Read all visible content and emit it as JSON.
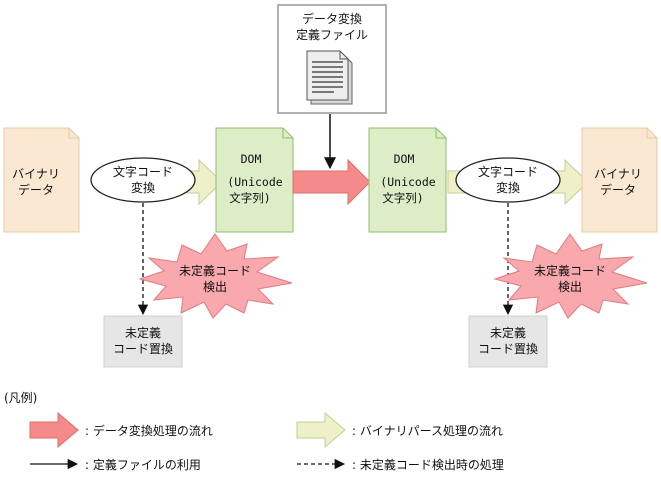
{
  "diagram": {
    "definition_file": {
      "line1": "データ変換",
      "line2": "定義ファイル"
    },
    "binary_left": {
      "line1": "バイナリ",
      "line2": "データ"
    },
    "binary_right": {
      "line1": "バイナリ",
      "line2": "データ"
    },
    "convert_left": {
      "line1": "文字コード",
      "line2": "変換"
    },
    "convert_right": {
      "line1": "文字コード",
      "line2": "変換"
    },
    "dom_left": {
      "line1": "DOM",
      "line2": "(Unicode",
      "line3": "文字列)"
    },
    "dom_right": {
      "line1": "DOM",
      "line2": "(Unicode",
      "line3": "文字列)"
    },
    "undefined_detect_left": {
      "line1": "未定義コード",
      "line2": "検出"
    },
    "undefined_detect_right": {
      "line1": "未定義コード",
      "line2": "検出"
    },
    "replace_left": {
      "line1": "未定義",
      "line2": "コード置換"
    },
    "replace_right": {
      "line1": "未定義",
      "line2": "コード置換"
    }
  },
  "legend": {
    "title": "(凡例)",
    "data_flow": ": データ変換処理の流れ",
    "binary_flow": ": バイナリパース処理の流れ",
    "definition_use": ": 定義ファイルの利用",
    "undefined_processing": ": 未定義コード検出時の処理"
  },
  "colors": {
    "data_flow_arrow": "#f58a8a",
    "binary_flow_arrow": "#eef0c8",
    "dom_fill": "#dcedc8",
    "dom_stroke": "#8fbf6a",
    "binary_fill": "#fbe8d3",
    "binary_stroke": "#e8c9a5",
    "burst_fill": "#f9a9ad",
    "replace_fill": "#e6e6e6"
  }
}
